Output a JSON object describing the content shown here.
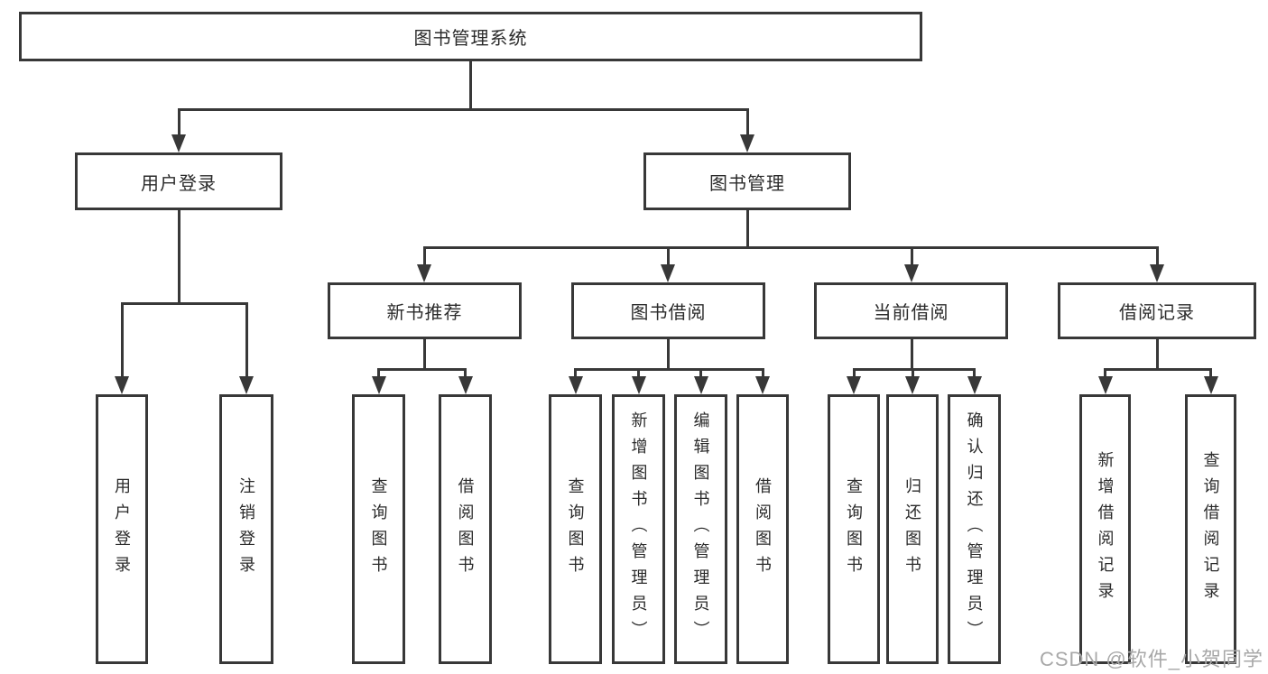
{
  "tree": {
    "label": "图书管理系统",
    "children": [
      {
        "label": "用户登录",
        "children": [
          {
            "label": "用户登录"
          },
          {
            "label": "注销登录"
          }
        ]
      },
      {
        "label": "图书管理",
        "children": [
          {
            "label": "新书推荐",
            "children": [
              {
                "label": "查询图书"
              },
              {
                "label": "借阅图书"
              }
            ]
          },
          {
            "label": "图书借阅",
            "children": [
              {
                "label": "查询图书"
              },
              {
                "label": "新增图书（管理员）"
              },
              {
                "label": "编辑图书（管理员）"
              },
              {
                "label": "借阅图书"
              }
            ]
          },
          {
            "label": "当前借阅",
            "children": [
              {
                "label": "查询图书"
              },
              {
                "label": "归还图书"
              },
              {
                "label": "确认归还（管理员）"
              }
            ]
          },
          {
            "label": "借阅记录",
            "children": [
              {
                "label": "新增借阅记录"
              },
              {
                "label": "查询借阅记录"
              }
            ]
          }
        ]
      }
    ]
  },
  "watermark": {
    "text": "CSDN @软件_小贺同学"
  },
  "colors": {
    "line": "#383838",
    "text": "#2b2b2b",
    "watermark": "#a8a8a8",
    "background": "#ffffff"
  }
}
